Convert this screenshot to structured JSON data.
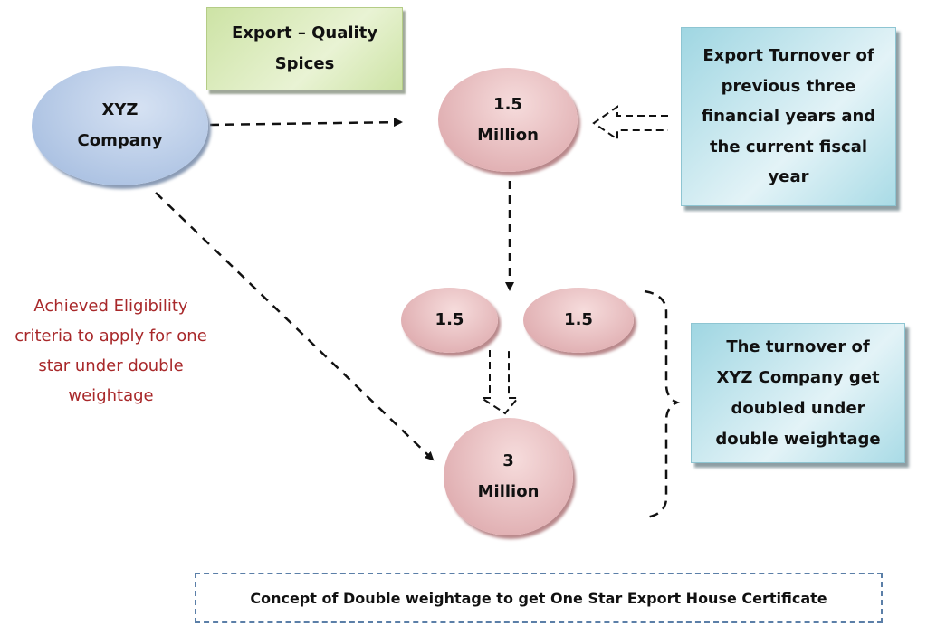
{
  "nodes": {
    "company": [
      "XYZ",
      "Company"
    ],
    "product": [
      "Export – Quality",
      "Spices"
    ],
    "turnover": [
      "1.5",
      "Million"
    ],
    "turnover_note": [
      "Export Turnover of",
      "previous three",
      "financial years and",
      "the current fiscal",
      "year"
    ],
    "split_left": "1.5",
    "split_right": "1.5",
    "doubled": [
      "3",
      "Million"
    ],
    "doubled_note": [
      "The turnover of",
      "XYZ Company get",
      "doubled under",
      "double weightage"
    ]
  },
  "eligibility_text": [
    "Achieved Eligibility",
    "criteria to apply for one",
    "star under double",
    "weightage"
  ],
  "caption": "Concept of Double weightage to get One Star Export House Certificate",
  "colors": {
    "eligibility_text": "#a8282a",
    "caption_border": "#5b7fa8"
  }
}
